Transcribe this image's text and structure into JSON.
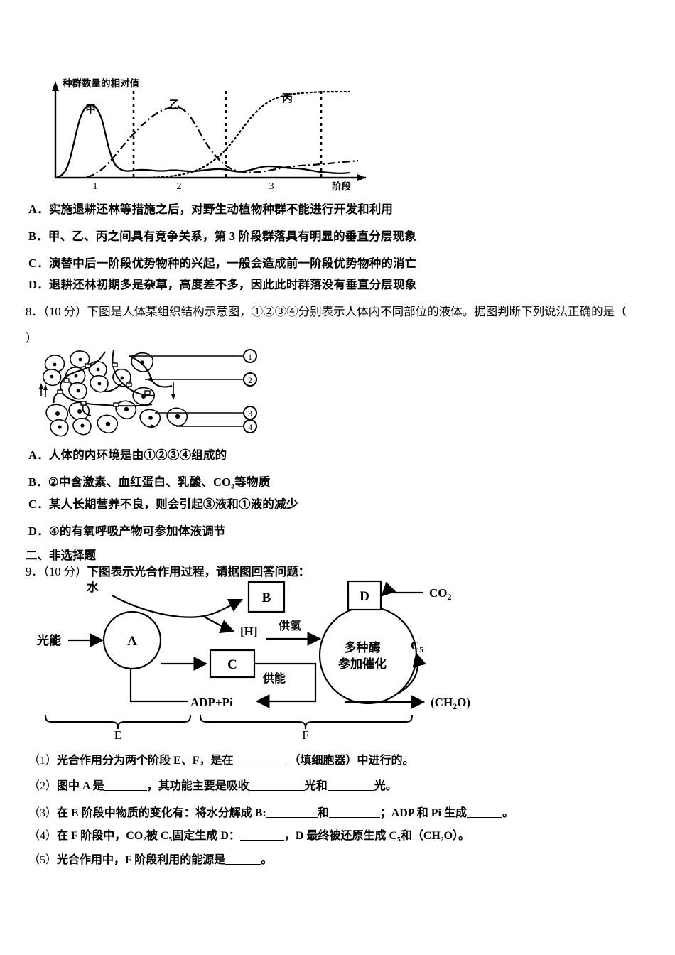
{
  "question7": {
    "figure": {
      "y_axis_label": "种群数量的相对值",
      "x_axis_label": "阶段",
      "x_ticks": [
        "1",
        "2",
        "3"
      ],
      "curve_labels": [
        "甲",
        "乙",
        "丙"
      ]
    },
    "options": [
      {
        "label": "A．",
        "text": "实施退耕还林等措施之后，对野生动植物种群不能进行开发和利用"
      },
      {
        "label": "B．",
        "text": "甲、乙、丙之间具有竞争关系，第 3 阶段群落具有明显的垂直分层现象"
      },
      {
        "label": "C．",
        "text": "演替中后一阶段优势物种的兴起，一般会造成前一阶段优势物种的消亡"
      },
      {
        "label": "D．",
        "text": "退耕还林初期多是杂草，高度差不多，因此此时群落没有垂直分层现象"
      }
    ]
  },
  "question8": {
    "number": "8．",
    "score": "（10 分）",
    "stem": "下图是人体某组织结构示意图，①②③④分别表示人体内不同部位的液体。据图判断下列说法正确的是（",
    "stem_tail": "）",
    "figure": {
      "callouts": [
        "①",
        "②",
        "③",
        "④"
      ]
    },
    "options": [
      {
        "label": "A．",
        "text": "人体的内环境是由①②③④组成的"
      },
      {
        "label": "B．",
        "text": "②中含激素、血红蛋白、乳酸、CO₂等物质"
      },
      {
        "label": "C．",
        "text": "某人长期营养不良，则会引起③液和①液的减少"
      },
      {
        "label": "D．",
        "text": "④的有氧呼吸产物可参加体液调节"
      }
    ]
  },
  "section2": {
    "heading": "二、非选择题"
  },
  "question9": {
    "number": "9．",
    "score": "（10 分）",
    "stem": "下图表示光合作用过程，请据图回答问题：",
    "figure": {
      "light_energy": "光能",
      "water": "水",
      "node_a": "A",
      "node_b": "B",
      "node_c": "C",
      "node_d": "D",
      "h_carrier": "[H]",
      "supply_h": "供氢",
      "supply_energy": "供能",
      "adp_pi": "ADP+Pi",
      "cycle_text_line1": "多种酶",
      "cycle_text_line2": "参加催化",
      "co2": "CO₂",
      "c5": "C₅",
      "ch2o": "(CH₂O)",
      "brace_e": "E",
      "brace_f": "F"
    },
    "subquestions": [
      {
        "label": "（1）",
        "parts": [
          {
            "type": "text",
            "value": "光合作用分为两个阶段 E、F，是在"
          },
          {
            "type": "blank",
            "width": 78
          },
          {
            "type": "text",
            "value": "（填细胞器）中进行的。"
          }
        ]
      },
      {
        "label": "（2）",
        "parts": [
          {
            "type": "text",
            "value": "图中 A 是"
          },
          {
            "type": "blank",
            "width": 60
          },
          {
            "type": "text",
            "value": "，其功能主要是吸收"
          },
          {
            "type": "blank",
            "width": 78
          },
          {
            "type": "text",
            "value": "光和"
          },
          {
            "type": "blank",
            "width": 66
          },
          {
            "type": "text",
            "value": "光。"
          }
        ]
      },
      {
        "label": "（3）",
        "parts": [
          {
            "type": "text",
            "value": "在 E 阶段中物质的变化有：将水分解成 B:"
          },
          {
            "type": "blank",
            "width": 72
          },
          {
            "type": "text",
            "value": "和"
          },
          {
            "type": "blank",
            "width": 72
          },
          {
            "type": "text",
            "value": "；ADP 和 Pi 生成"
          },
          {
            "type": "blank",
            "width": 50
          },
          {
            "type": "text",
            "value": "。"
          }
        ]
      },
      {
        "label": "（4）",
        "parts": [
          {
            "type": "text",
            "value": "在 F 阶段中，CO₂被 C₅固定生成 D："
          },
          {
            "type": "blank",
            "width": 62
          },
          {
            "type": "text",
            "value": "，D 最终被还原生成 C₅和（CH₂O）。"
          }
        ]
      },
      {
        "label": "（5）",
        "parts": [
          {
            "type": "text",
            "value": "光合作用中，F 阶段利用的能源是"
          },
          {
            "type": "blank",
            "width": 50
          },
          {
            "type": "text",
            "value": "。"
          }
        ]
      }
    ]
  }
}
